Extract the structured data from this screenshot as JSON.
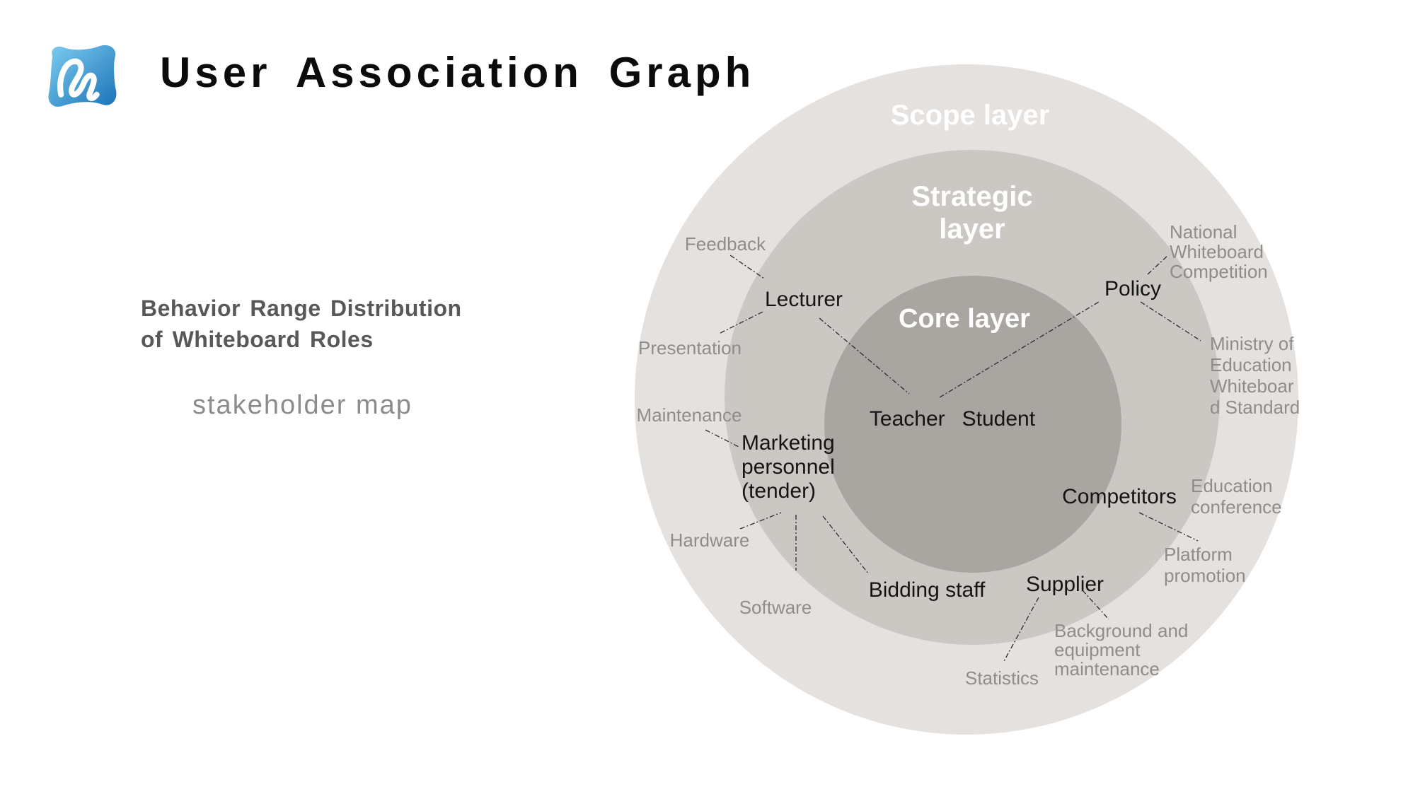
{
  "header": {
    "title": "User Association Graph",
    "logo": "whiteboard-app-logo"
  },
  "left_panel": {
    "heading_line1": "Behavior Range Distribution",
    "heading_line2": "of Whiteboard Roles",
    "subtitle": "stakeholder map"
  },
  "colors": {
    "scope_layer": "#e4e1de",
    "strategic_layer": "#cbc8c4",
    "core_layer": "#a9a5a1",
    "connector": "#2a2a2a",
    "logo_blue_light": "#7ecdf0",
    "logo_blue_dark": "#1a73b8"
  },
  "diagram": {
    "layer_labels": {
      "scope": "Scope layer",
      "strategic_line1": "Strategic",
      "strategic_line2": "layer",
      "core": "Core layer"
    },
    "core_roles": {
      "teacher": "Teacher",
      "student": "Student"
    },
    "strategic_roles": {
      "lecturer": "Lecturer",
      "policy": "Policy",
      "marketing_line1": "Marketing",
      "marketing_line2": "personnel",
      "marketing_line3": "(tender)",
      "bidding_staff": "Bidding staff",
      "supplier": "Supplier",
      "competitors": "Competitors"
    },
    "scope_items": {
      "feedback": "Feedback",
      "presentation": "Presentation",
      "maintenance": "Maintenance",
      "hardware": "Hardware",
      "software": "Software",
      "statistics": "Statistics",
      "national_line1": "National",
      "national_line2": "Whiteboard",
      "national_line3": "Competition",
      "ministry_line1": "Ministry of",
      "ministry_line2": "Education",
      "ministry_line3": "Whiteboar",
      "ministry_line4": "d Standard",
      "conference_line1": "Education",
      "conference_line2": "conference",
      "platform_line1": "Platform",
      "platform_line2": "promotion",
      "background_line1": "Background and",
      "background_line2": "equipment",
      "background_line3": "maintenance"
    }
  }
}
